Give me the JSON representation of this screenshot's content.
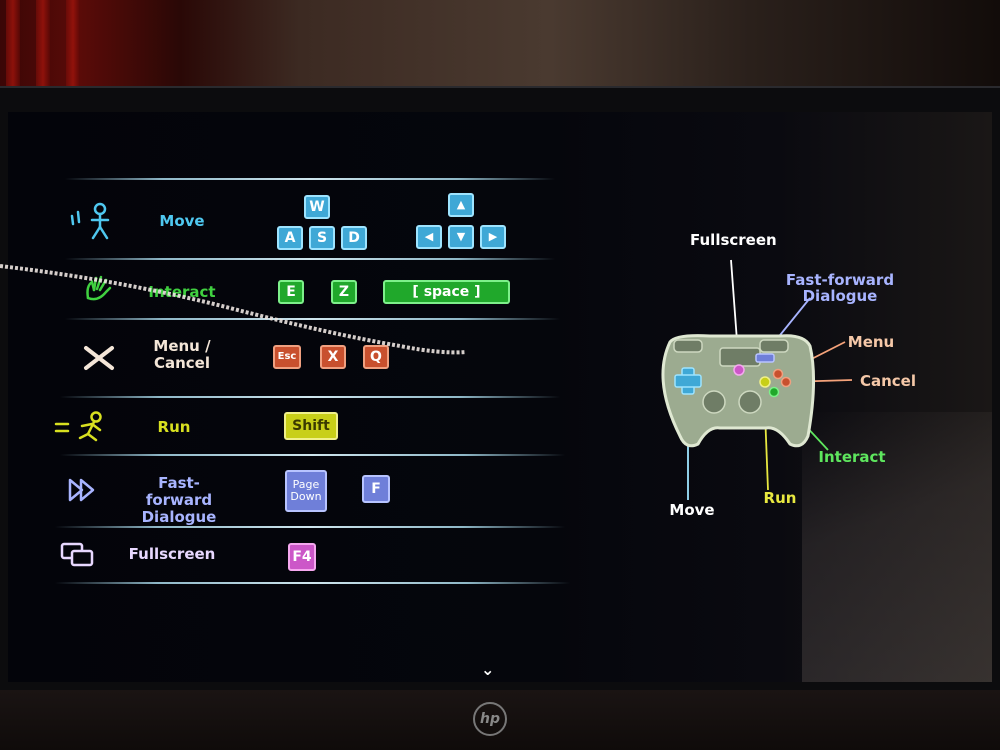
{
  "rows": [
    {
      "label": "Move",
      "label_color": "#4fc8f0",
      "icon": "move-icon"
    },
    {
      "label": "Interact",
      "label_color": "#40d040",
      "icon": "interact-icon"
    },
    {
      "label": "Menu /\nCancel",
      "label_color": "#f4e6d8",
      "icon": "cancel-icon"
    },
    {
      "label": "Run",
      "label_color": "#d8e020",
      "icon": "run-icon"
    },
    {
      "label": "Fast-forward\nDialogue",
      "label_color": "#a8b4ff",
      "icon": "fast-forward-icon"
    },
    {
      "label": "Fullscreen",
      "label_color": "#e8d8ff",
      "icon": "fullscreen-icon"
    }
  ],
  "keys": {
    "move": [
      "W",
      "A",
      "S",
      "D"
    ],
    "move_arrows": [
      "▲",
      "◀",
      "▼",
      "▶"
    ],
    "interact": [
      "E",
      "Z",
      "[ space ]"
    ],
    "cancel": [
      "Esc",
      "X",
      "Q"
    ],
    "run": [
      "Shift"
    ],
    "fast_forward": [
      "Page\nDown",
      "F"
    ],
    "fullscreen": [
      "F4"
    ]
  },
  "gamepad": {
    "labels": {
      "fullscreen": "Fullscreen",
      "fast_forward": "Fast-forward\nDialogue",
      "menu": "Menu",
      "cancel": "Cancel",
      "interact": "Interact",
      "run": "Run",
      "move": "Move"
    },
    "colors": {
      "fullscreen": "#ffffff",
      "fast_forward": "#a8b4ff",
      "menu": "#f5c8a8",
      "cancel": "#f5c8a8",
      "interact": "#5ee65e",
      "run": "#e8e840",
      "move": "#9ee4ff"
    }
  },
  "nav": {
    "chevron": "⌄"
  },
  "brand": {
    "logo_text": "hp"
  }
}
